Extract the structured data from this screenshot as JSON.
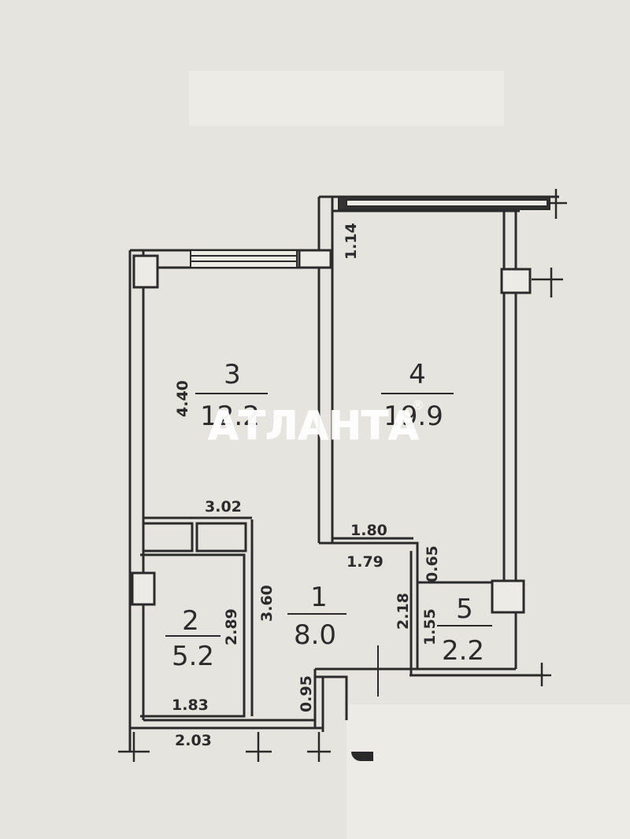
{
  "plan": {
    "rooms": [
      {
        "number": "3",
        "area": "12.2"
      },
      {
        "number": "4",
        "area": "19.9"
      },
      {
        "number": "1",
        "area": "8.0"
      },
      {
        "number": "2",
        "area": "5.2"
      },
      {
        "number": "5",
        "area": "2.2"
      }
    ],
    "dimensions": {
      "d_1_14": "1.14",
      "d_4_40": "4.40",
      "d_3_02": "3.02",
      "d_1_80": "1.80",
      "d_1_79": "1.79",
      "d_0_65": "0.65",
      "d_2_18": "2.18",
      "d_3_60": "3.60",
      "d_2_89": "2.89",
      "d_1_55": "1.55",
      "d_0_95": "0.95",
      "d_1_83": "1.83",
      "d_2_03": "2.03"
    }
  },
  "watermark": {
    "text": "АТЛАНТА",
    "reg_mark": "®"
  },
  "colors": {
    "paper": "#e6e4de",
    "ink": "#2b2b2b",
    "wall_fill": "#ecebe6",
    "watermark": "#ffffff"
  }
}
